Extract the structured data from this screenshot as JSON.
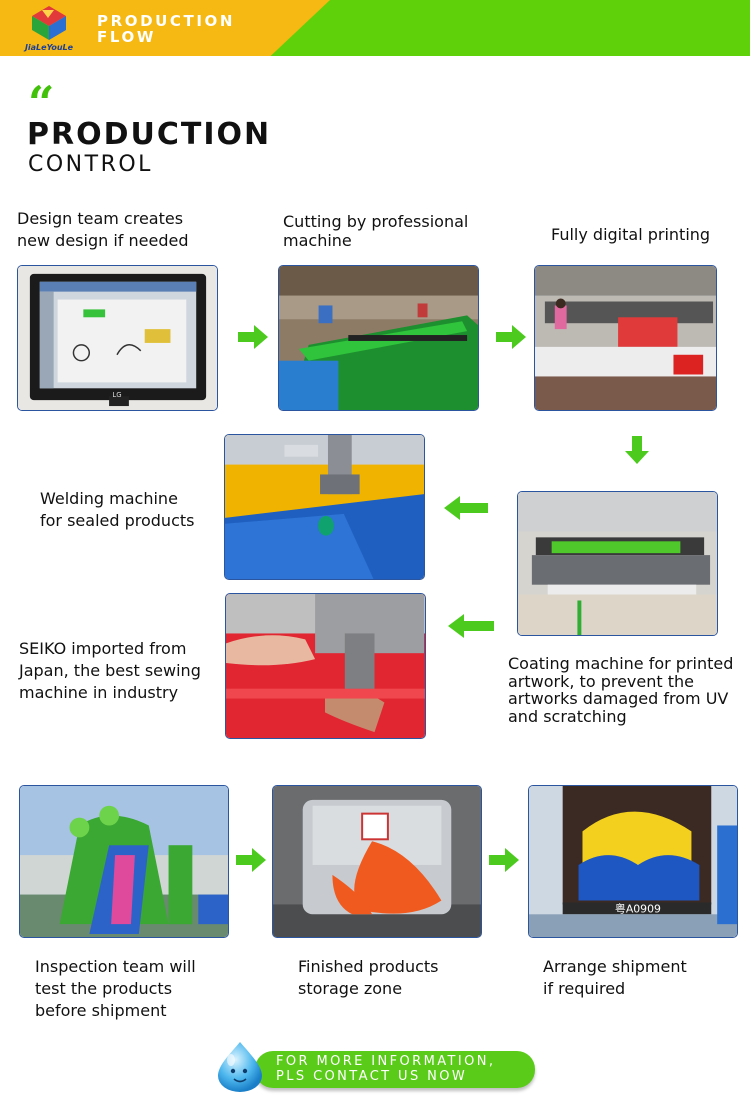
{
  "header": {
    "title": "PRODUCTION\nFLOW",
    "logo_text": "JiaLeYouLe",
    "colors": {
      "green": "#5fd10a",
      "yellow": "#f6b813"
    }
  },
  "section": {
    "quote_mark": "“",
    "title": "PRODUCTION",
    "subtitle": "CONTROL"
  },
  "steps": {
    "design": "Design team creates\nnew design if needed",
    "cutting": "Cutting by professional\nmachine",
    "printing": "Fully digital printing",
    "welding": "Welding machine\nfor sealed products",
    "sewing": "SEIKO imported from\nJapan, the best sewing\nmachine in industry",
    "coating": "Coating machine for printed\nartwork, to prevent the\nartworks damaged from UV\nand scratching",
    "inspection": "Inspection team will\ntest the products\nbefore shipment",
    "storage": "Finished products\nstorage zone",
    "shipment": "Arrange shipment\nif required"
  },
  "photo_texts": {
    "monitor_brand": "LG",
    "container_number": "粤A0909"
  },
  "footer": {
    "contact": "FOR MORE INFORMATION,\nPLS CONTACT US NOW"
  },
  "icons": {
    "arrow": "green-arrow-icon",
    "quote": "quote-icon",
    "drop": "water-drop-icon"
  }
}
